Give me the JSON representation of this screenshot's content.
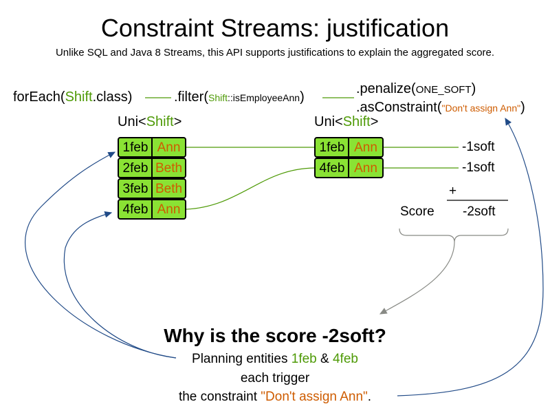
{
  "title": "Constraint Streams: justification",
  "subtitle": "Unlike SQL and Java 8 Streams, this API supports justifications to explain the aggregated score.",
  "pipeline": {
    "foreach_prefix": "forEach(",
    "foreach_class": "Shift",
    "foreach_suffix": ".class)",
    "filter_prefix": ".filter(",
    "filter_class": "Shift",
    "filter_method": "::isEmployeeAnn",
    "filter_suffix": ")",
    "penalize_prefix": ".penalize(",
    "penalize_arg": "ONE_SOFT",
    "penalize_suffix": ")",
    "asconstraint_prefix": ".asConstraint(",
    "asconstraint_arg": "\"Don't assign Ann\"",
    "asconstraint_suffix": ")"
  },
  "stream1": {
    "label_prefix": "Uni<",
    "label_type": "Shift",
    "label_suffix": ">",
    "rows": [
      {
        "date": "1feb",
        "name": "Ann"
      },
      {
        "date": "2feb",
        "name": "Beth"
      },
      {
        "date": "3feb",
        "name": "Beth"
      },
      {
        "date": "4feb",
        "name": "Ann"
      }
    ]
  },
  "stream2": {
    "label_prefix": "Uni<",
    "label_type": "Shift",
    "label_suffix": ">",
    "rows": [
      {
        "date": "1feb",
        "name": "Ann"
      },
      {
        "date": "4feb",
        "name": "Ann"
      }
    ]
  },
  "penalties": [
    "-1soft",
    "-1soft"
  ],
  "sum": {
    "plus": "+",
    "score_label": "Score",
    "score_value": "-2soft"
  },
  "explanation": {
    "question": "Why is the score -2soft?",
    "line1_prefix": "Planning entities ",
    "line1_a": "1feb",
    "line1_and": " & ",
    "line1_b": "4feb",
    "line2": "each trigger",
    "line3_prefix": "the constraint ",
    "line3_name": "\"Don't assign Ann\"",
    "line3_suffix": "."
  },
  "colors": {
    "green": "#4e9a06",
    "cell_fill": "#8ae234",
    "orange": "#ce5c00",
    "arrow_blue": "#204a87",
    "brace_gray": "#888a85"
  }
}
